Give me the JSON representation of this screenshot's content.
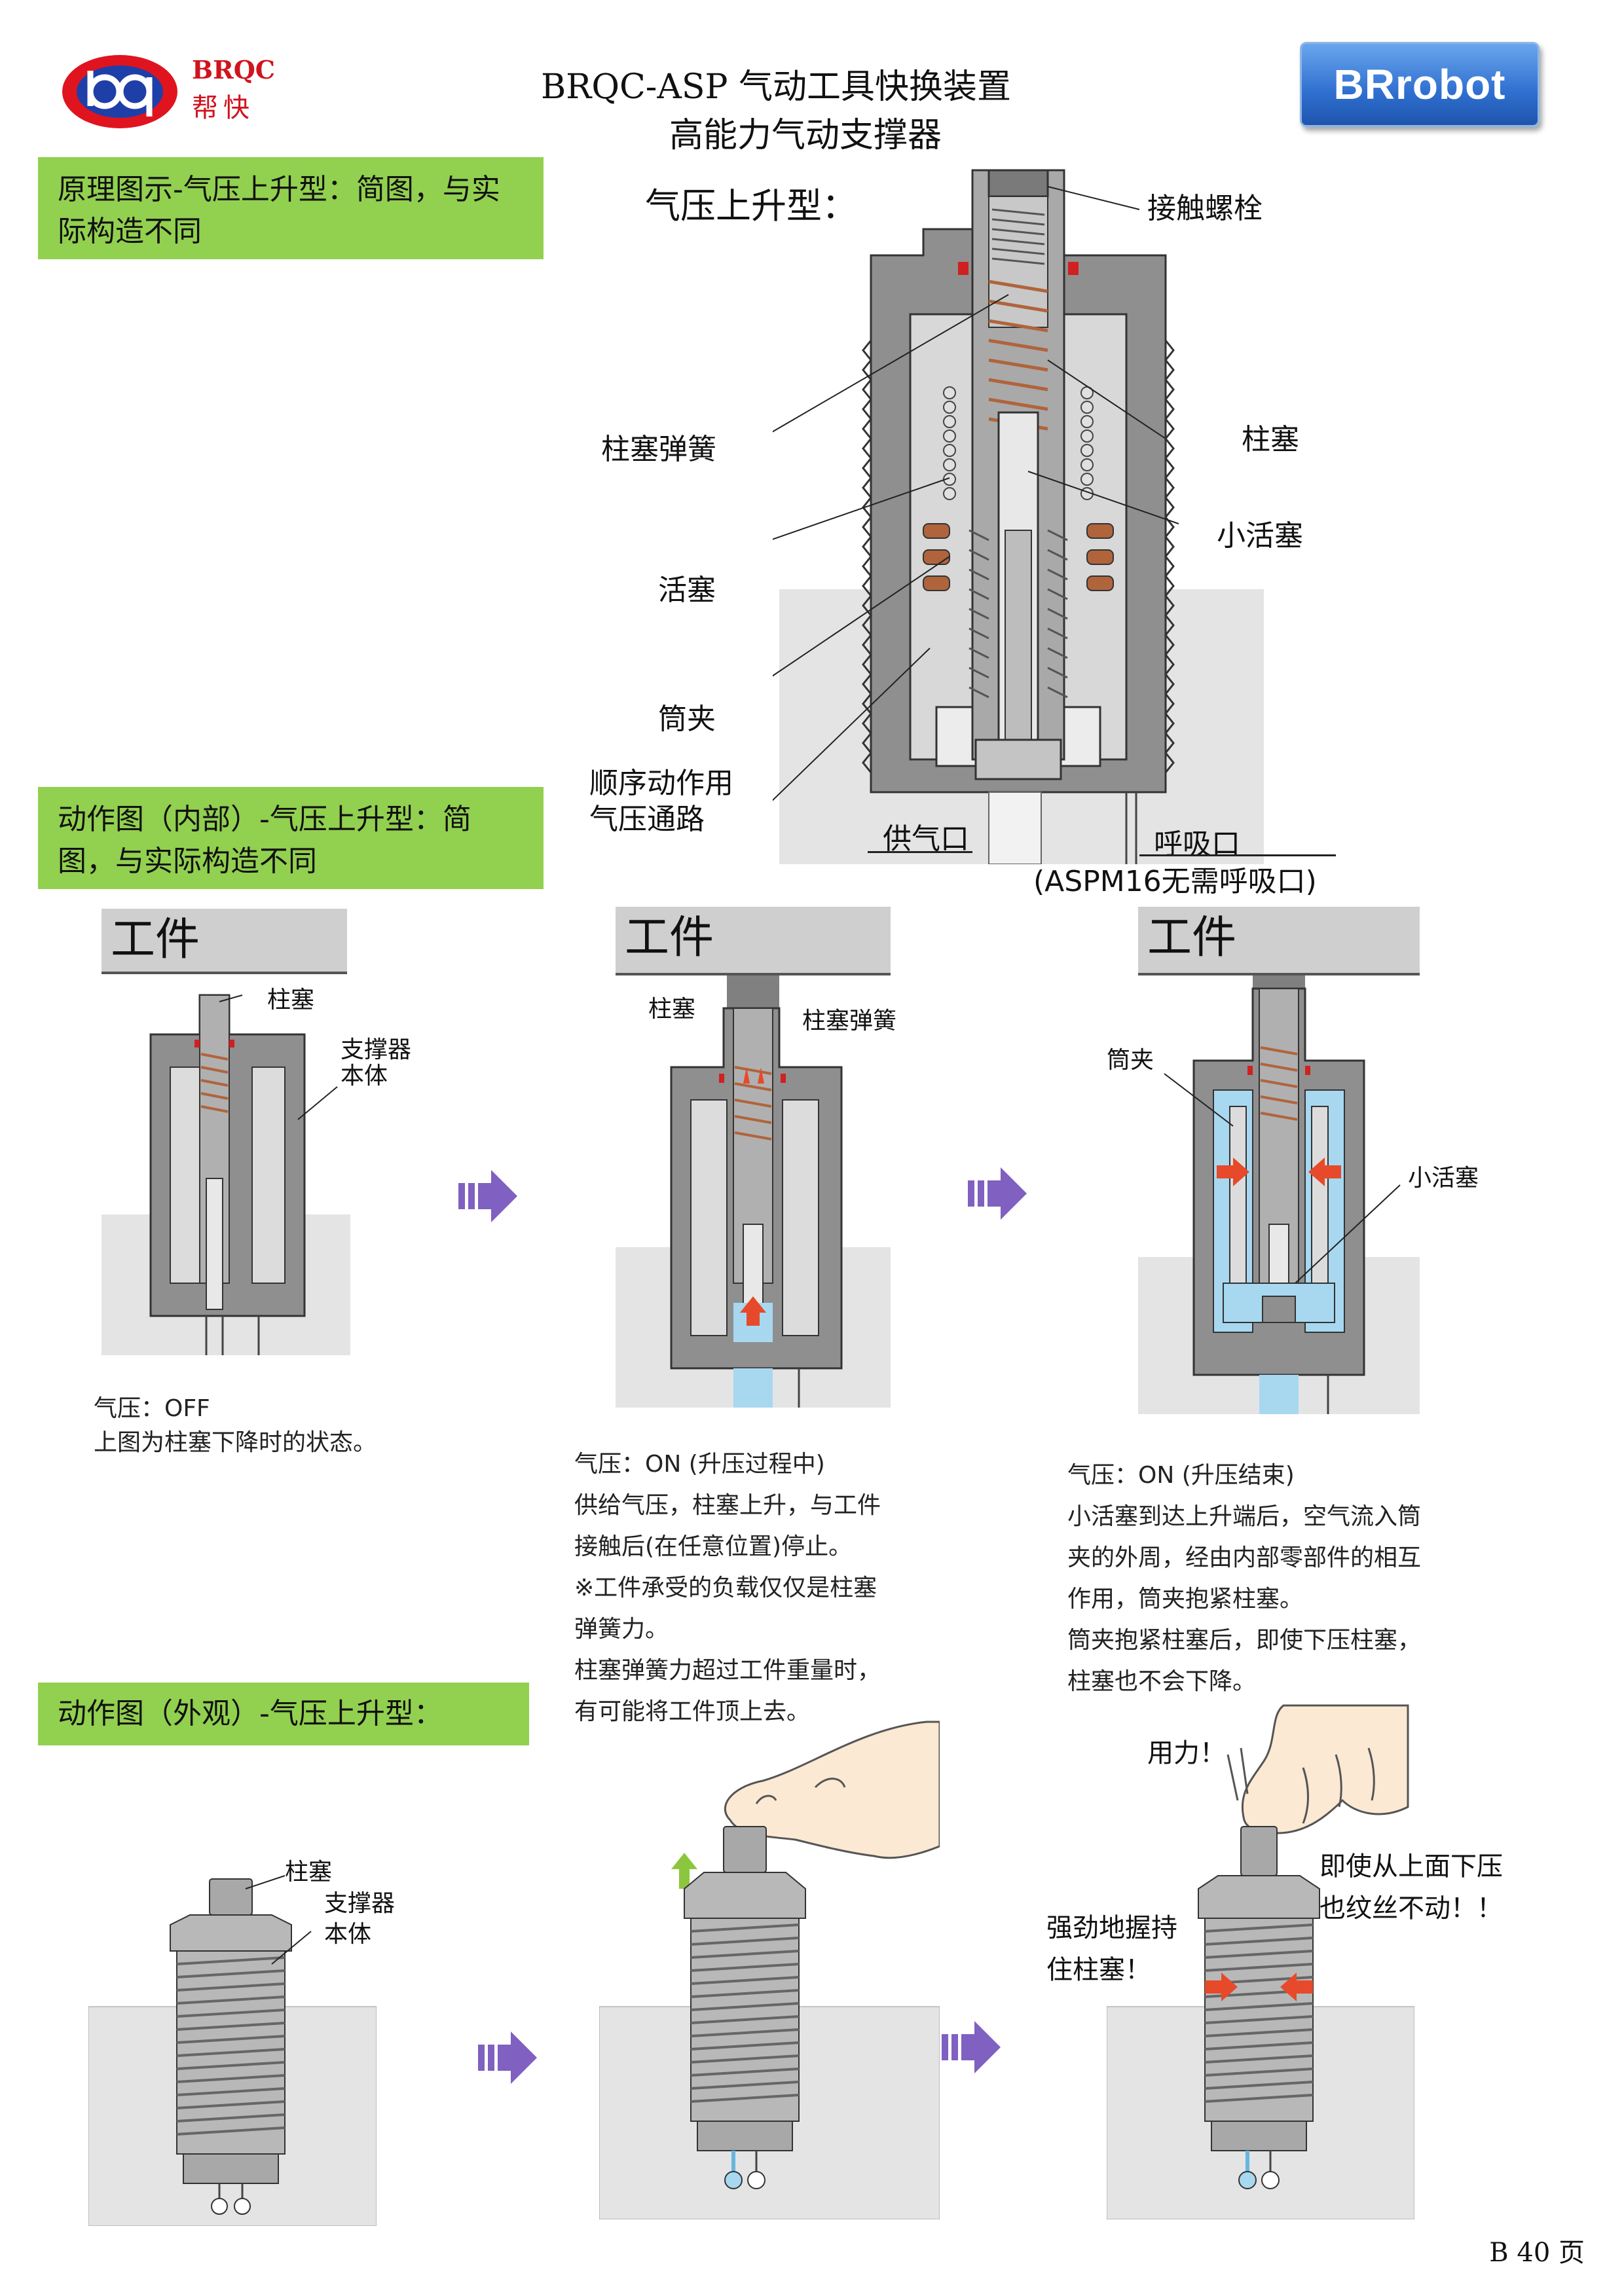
{
  "header": {
    "logo_text_top": "BRQC",
    "logo_text_bottom": "帮快",
    "title_line1": "BRQC-ASP 气动工具快换装置",
    "title_line2": "高能力气动支撑器",
    "brand_button": "BRrobot"
  },
  "sections": {
    "principle": "原理图示-气压上升型：简图，与实际构造不同",
    "action_internal": "动作图（内部）-气压上升型：简图，与实际构造不同",
    "action_external": "动作图（外观）-气压上升型："
  },
  "main_diagram": {
    "heading": "气压上升型：",
    "labels": {
      "contact_bolt": "接触螺栓",
      "plunger_spring": "柱塞弹簧",
      "plunger": "柱塞",
      "small_piston": "小活塞",
      "piston": "活塞",
      "collet": "筒夹",
      "sequence_line1": "顺序动作用",
      "sequence_line2": "气压通路",
      "air_supply": "供气口",
      "breath_port": "呼吸口",
      "breath_note": "(ASPM16无需呼吸口)"
    }
  },
  "internal_panels": [
    {
      "work": "工件",
      "label_a": "柱塞",
      "label_b1": "支撑器",
      "label_b2": "本体",
      "caption": [
        "气压：OFF",
        "上图为柱塞下降时的状态。"
      ]
    },
    {
      "work": "工件",
      "label_a": "柱塞",
      "label_b": "柱塞弹簧",
      "caption": [
        "气压：ON (升压过程中)",
        "供给气压，柱塞上升，与工件",
        "接触后(在任意位置)停止。",
        "※工件承受的负载仅仅是柱塞",
        "弹簧力。",
        "柱塞弹簧力超过工件重量时，",
        "有可能将工件顶上去。"
      ]
    },
    {
      "work": "工件",
      "label_a": "筒夹",
      "label_b": "小活塞",
      "caption": [
        "气压：ON (升压结束)",
        "小活塞到达上升端后，空气流入筒",
        "夹的外周，经由内部零部件的相互",
        "作用，筒夹抱紧柱塞。",
        "筒夹抱紧柱塞后，即使下压柱塞，",
        "柱塞也不会下降。"
      ]
    }
  ],
  "external_panels": {
    "p1_plunger": "柱塞",
    "p1_body1": "支撑器",
    "p1_body2": "本体",
    "p3_force": "用力！",
    "p3_grip1": "强劲地握持",
    "p3_grip2": "住柱塞！",
    "p3_note1": "即使从上面下压",
    "p3_note2": "也纹丝不动！！"
  },
  "page_number": "B 40 页",
  "colors": {
    "green": "#92d050",
    "arrow_purple": "#8060c0",
    "air_blue": "#a8d8f0",
    "metal": "#9a9a9a",
    "spring_brown": "#b0643c",
    "brand_blue": "#2f6fcf"
  }
}
